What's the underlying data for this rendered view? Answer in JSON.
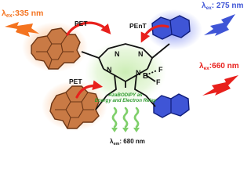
{
  "labels": {
    "lambda_ex_left": "λ",
    "ex_left_sub": "ex",
    "ex_left_value": ":335 nm",
    "lambda_ex_top_right": "λ",
    "ex_top_right_sub": "ex",
    "ex_top_right_value": ": 275 nm",
    "lambda_ex_right": "λ",
    "ex_right_sub": "ex",
    "ex_right_value": ":660 nm",
    "pet_top": "PET",
    "pent_top": "PEnT",
    "pet_bottom": "PET",
    "boron": "B",
    "fluorine_top": "F",
    "fluorine_bottom": "F",
    "nitrogen_1": "N",
    "nitrogen_2": "N",
    "nitrogen_3": "N",
    "nitrogen_4": "N",
    "relay_line1": "AzaBODIPY as",
    "relay_line2": "Energy and Electron Relay",
    "lambda_em": "λ",
    "em_sub": "em",
    "em_value": ": 680 nm"
  },
  "colors": {
    "orange": "#f4731f",
    "pyrene_fill": "#c97a45",
    "pyrene_stroke": "#6b3515",
    "naphthalene_fill": "#3f55d6",
    "naphthalene_stroke": "#101d7a",
    "red_arrow": "#e8201c",
    "green": "#2e9a2e",
    "text_dark": "#111111"
  },
  "icons": [
    "lightning-bolt-icon",
    "wavy-emission-arrow-icon",
    "curved-energy-transfer-arrow-icon"
  ]
}
